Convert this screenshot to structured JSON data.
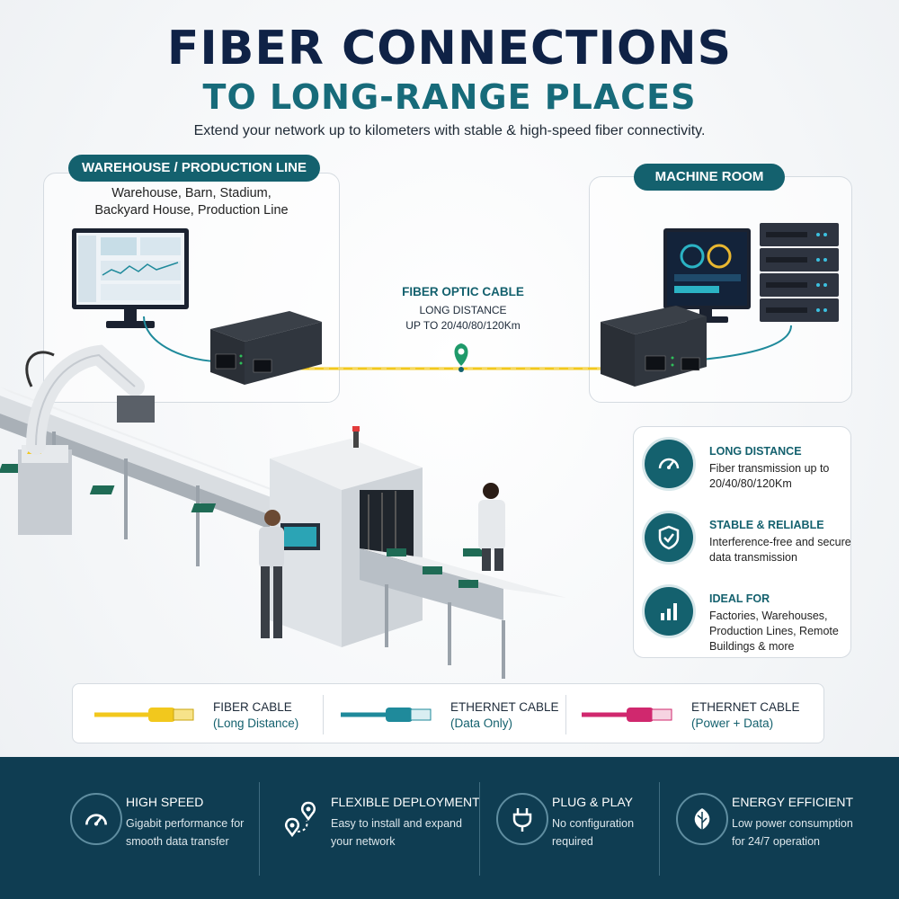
{
  "header": {
    "title": "FIBER CONNECTIONS",
    "subtitle": "TO LONG-RANGE PLACES",
    "tagline": "Extend your network up to kilometers with stable & high-speed fiber connectivity."
  },
  "warehouse": {
    "label": "WAREHOUSE / PRODUCTION LINE",
    "desc_line1": "Warehouse, Barn, Stadium,",
    "desc_line2": "Backyard House, Production Line"
  },
  "machine_room": {
    "label": "MACHINE ROOM"
  },
  "fiber_link": {
    "title": "FIBER OPTIC CABLE",
    "line1": "LONG DISTANCE",
    "line2": "UP TO 20/40/80/120Km"
  },
  "features": [
    {
      "title": "LONG DISTANCE",
      "desc": "Fiber transmission up to 20/40/80/120Km",
      "icon": "speedometer-icon"
    },
    {
      "title": "STABLE & RELIABLE",
      "desc": "Interference-free and secure data transmission",
      "icon": "shield-check-icon"
    },
    {
      "title": "IDEAL FOR",
      "desc": "Factories, Warehouses, Production Lines, Remote Buildings & more",
      "icon": "bar-chart-icon"
    }
  ],
  "cables": [
    {
      "title": "FIBER CABLE",
      "sub": "(Long Distance)",
      "color": "#f2c81d"
    },
    {
      "title": "ETHERNET CABLE",
      "sub": "(Data Only)",
      "color": "#1f8a9b"
    },
    {
      "title": "ETHERNET CABLE",
      "sub": "(Power + Data)",
      "color": "#d0286e"
    }
  ],
  "footer": [
    {
      "title": "HIGH SPEED",
      "desc": "Gigabit performance for smooth data transfer",
      "icon": "speedometer-icon"
    },
    {
      "title": "FLEXIBLE DEPLOYMENT",
      "desc": "Easy to install and expand your network",
      "icon": "route-pin-icon"
    },
    {
      "title": "PLUG & PLAY",
      "desc": "No configuration required",
      "icon": "plug-icon"
    },
    {
      "title": "ENERGY EFFICIENT",
      "desc": "Low power consumption for 24/7 operation",
      "icon": "leaf-icon"
    }
  ],
  "colors": {
    "navy": "#0f2246",
    "teal": "#14616e",
    "footer_bg": "#0f3d52",
    "fiber_yellow": "#f2c81d"
  }
}
